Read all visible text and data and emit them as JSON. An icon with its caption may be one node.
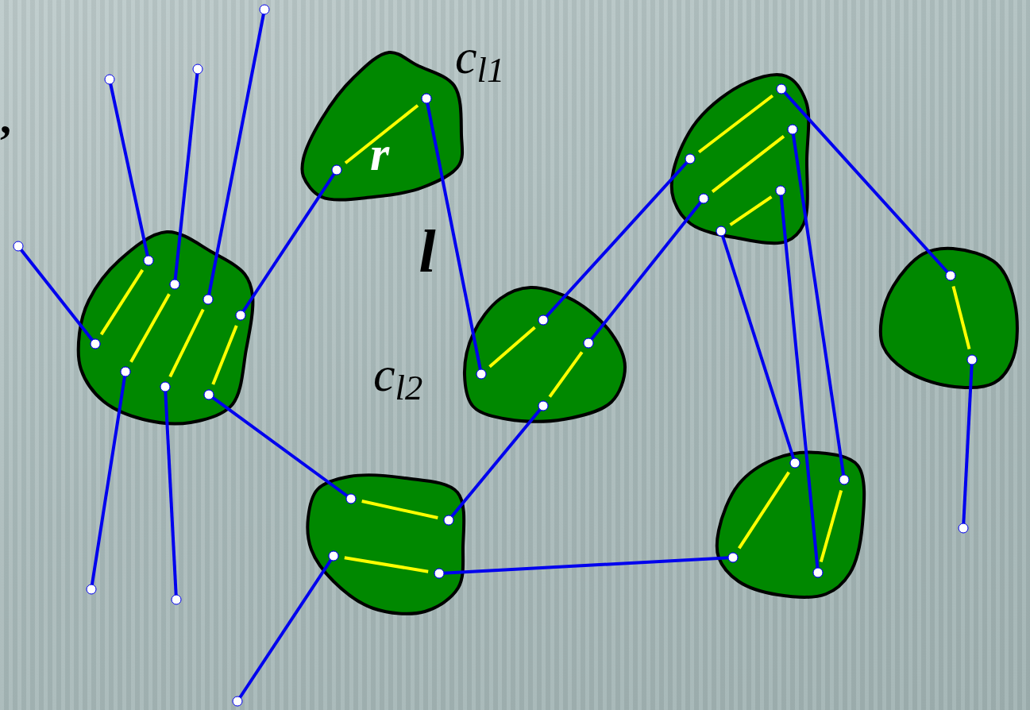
{
  "diagram": {
    "nodes": [
      {
        "text": [
          "r"
        ],
        "beside": [
          "c$_{l1}$"
        ]
      },
      {
        "text": [],
        "shape": "blob"
      },
      {
        "text": [],
        "shape": "blob"
      },
      {
        "text": [],
        "shape": "blob",
        "beside": [
          "c$_{l2}$"
        ]
      },
      {
        "text": [],
        "shape": "blob"
      },
      {
        "text": [],
        "shape": "blob"
      },
      {
        "text": [],
        "shape": "blob"
      }
    ],
    "edges": [
      {
        "from": 2,
        "to": null,
        "arrow": "other"
      },
      {
        "from": 2,
        "to": null,
        "arrow": "other"
      },
      {
        "from": 2,
        "to": null,
        "arrow": "other"
      },
      {
        "from": 2,
        "to": null,
        "arrow": "other"
      },
      {
        "from": 2,
        "to": null,
        "arrow": "other"
      },
      {
        "from": 2,
        "to": null,
        "arrow": "other"
      },
      {
        "from": 2,
        "to": 0,
        "arrow": "other"
      },
      {
        "from": 0,
        "to": 3,
        "arrow": "other",
        "label": "l"
      },
      {
        "from": 2,
        "to": 5,
        "arrow": "other"
      },
      {
        "from": 3,
        "to": 1,
        "arrow": "other"
      },
      {
        "from": 3,
        "to": 1,
        "arrow": "other"
      },
      {
        "from": 3,
        "to": 5,
        "arrow": "other"
      },
      {
        "from": 5,
        "to": null,
        "arrow": "other"
      },
      {
        "from": 5,
        "to": 6,
        "arrow": "other"
      },
      {
        "from": 1,
        "to": 4,
        "arrow": "other"
      },
      {
        "from": 1,
        "to": 6,
        "arrow": "other"
      },
      {
        "from": 1,
        "to": 6,
        "arrow": "other"
      },
      {
        "from": 1,
        "to": 6,
        "arrow": "other"
      },
      {
        "from": 4,
        "to": null,
        "arrow": "other"
      }
    ],
    "labels": [
      ","
    ]
  }
}
